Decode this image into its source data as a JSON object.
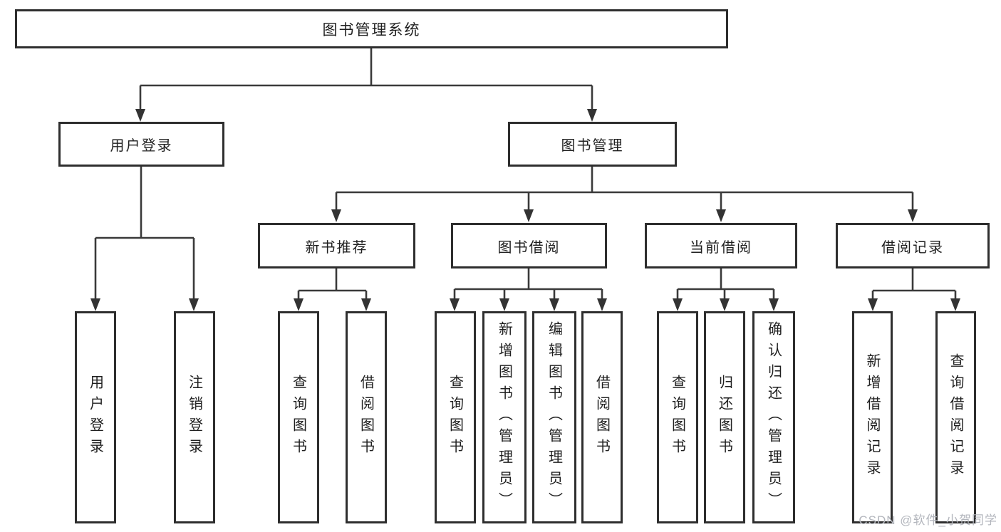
{
  "tree": {
    "root_label": "图书管理系统",
    "level2": {
      "user_login": "用户登录",
      "book_management": "图书管理"
    },
    "level3": {
      "new_books": "新书推荐",
      "book_borrowing": "图书借阅",
      "current_borrowing": "当前借阅",
      "borrowing_records": "借阅记录"
    },
    "leaves": {
      "user_login": [
        "用户登录",
        "注销登录"
      ],
      "new_books": [
        "查询图书",
        "借阅图书"
      ],
      "book_borrowing": [
        "查询图书",
        "新增图书（管理员）",
        "编辑图书（管理员）",
        "借阅图书"
      ],
      "current_borrowing": [
        "查询图书",
        "归还图书",
        "确认归还（管理员）"
      ],
      "borrowing_records": [
        "新增借阅记录",
        "查询借阅记录"
      ]
    }
  },
  "watermark": {
    "text": "CSDN @软件_小贺同学"
  },
  "colors": {
    "line": "#3a3a3a",
    "arrow": "#333333",
    "box_border": "#2e2e2e",
    "text": "#1f1f1f",
    "watermark": "#b3b6bd",
    "background": "#ffffff"
  }
}
